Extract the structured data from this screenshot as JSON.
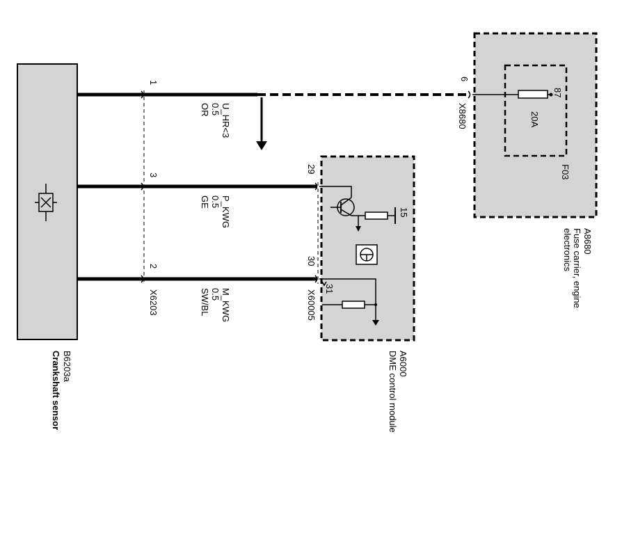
{
  "colors": {
    "module_fill": "#d4d4d4",
    "line": "#000000",
    "background": "#ffffff"
  },
  "components": {
    "sensor": {
      "id": "B6203a",
      "name": "Crankshaft sensor",
      "icon": "sensor-symbol-icon"
    },
    "dme": {
      "id": "A6000",
      "name": "DME control module",
      "connector": "X60005"
    },
    "fuse_carrier": {
      "id": "A8680",
      "name_line1": "Fuse carrier, engine",
      "name_line2": "electronics",
      "connector": "X8680"
    },
    "fuse": {
      "id": "F03",
      "rating": "20A",
      "pin": "87"
    },
    "sensor_connector": "X6203"
  },
  "pins": {
    "sensor_1": "1",
    "sensor_3": "3",
    "sensor_2": "2",
    "dme_29": "29",
    "dme_30": "30",
    "dme_31": "31",
    "dme_15": "15",
    "fuse_carrier_6": "6"
  },
  "wires": [
    {
      "signal": "U_HR<3",
      "size": "0.5",
      "color": "OR"
    },
    {
      "signal": "P_KWG",
      "size": "0.5",
      "color": "GE"
    },
    {
      "signal": "M_KWG",
      "size": "0.5",
      "color": "SW/BL"
    }
  ]
}
